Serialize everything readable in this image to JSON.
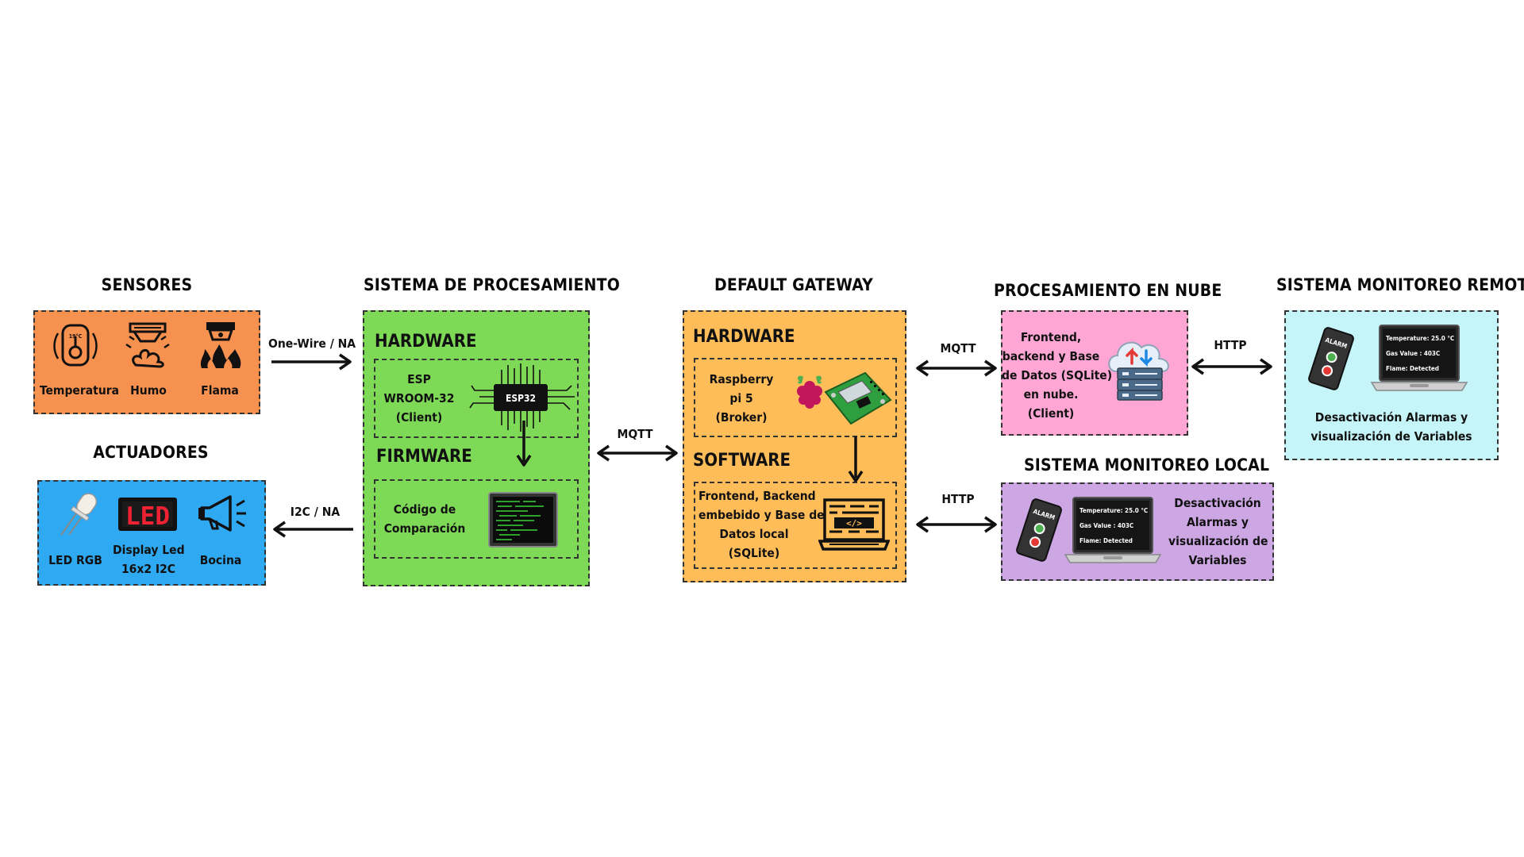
{
  "colors": {
    "sensores": "#F6914F",
    "actuadores": "#2FA9F2",
    "procesamiento": "#7ED957",
    "gateway": "#FFBD59",
    "nube": "#FFA6D5",
    "local": "#CDA6E4",
    "remoto": "#C5F5F8"
  },
  "sensores": {
    "title": "SENSORES",
    "items": [
      {
        "label": "Temperatura",
        "icon": "thermometer-icon",
        "reading": "19°C"
      },
      {
        "label": "Humo",
        "icon": "smoke-detector-icon"
      },
      {
        "label": "Flama",
        "icon": "flame-detector-icon"
      }
    ]
  },
  "actuadores": {
    "title": "ACTUADORES",
    "items": [
      {
        "label": "LED RGB",
        "icon": "led-icon"
      },
      {
        "label_1": "Display Led",
        "label_2": "16x2 I2C",
        "icon": "led-display-icon",
        "display_text": "LED"
      },
      {
        "label": "Bocina",
        "icon": "megaphone-icon"
      }
    ]
  },
  "procesamiento": {
    "title": "SISTEMA DE PROCESAMIENTO",
    "hardware_label": "HARDWARE",
    "hardware_text": [
      "ESP",
      "WROOM-32",
      "(Client)"
    ],
    "chip_label": "ESP32",
    "firmware_label": "FIRMWARE",
    "firmware_text": [
      "Código de",
      "Comparación"
    ]
  },
  "gateway": {
    "title": "DEFAULT GATEWAY",
    "hardware_label": "HARDWARE",
    "hardware_text": [
      "Raspberry",
      "pi 5",
      "(Broker)"
    ],
    "software_label": "SOFTWARE",
    "software_text": [
      "Frontend, Backend",
      "embebido y Base de",
      "Datos local",
      "(SQLite)"
    ]
  },
  "nube": {
    "title": "PROCESAMIENTO EN NUBE",
    "text": [
      "Frontend,",
      "backend y Base",
      "de Datos (SQLite)",
      "en nube.",
      "(Client)"
    ]
  },
  "local": {
    "title": "SISTEMA MONITOREO LOCAL",
    "text": [
      "Desactivación",
      "Alarmas y",
      "visualización de",
      "Variables"
    ]
  },
  "remoto": {
    "title": "SISTEMA MONITOREO REMOTO",
    "text": [
      "Desactivación Alarmas y",
      "visualización de Variables"
    ]
  },
  "laptop_screen": {
    "temperature": "Temperature: 25.0 °C",
    "gas": "Gas Value : 403C",
    "flame": "Flame: Detected"
  },
  "phone_label": "ALARM",
  "connections": {
    "sensor_link": "One-Wire /  NA",
    "actuator_link": "I2C / NA",
    "esp_gateway": "MQTT",
    "gateway_cloud": "MQTT",
    "gateway_local": "HTTP",
    "cloud_remote": "HTTP"
  }
}
